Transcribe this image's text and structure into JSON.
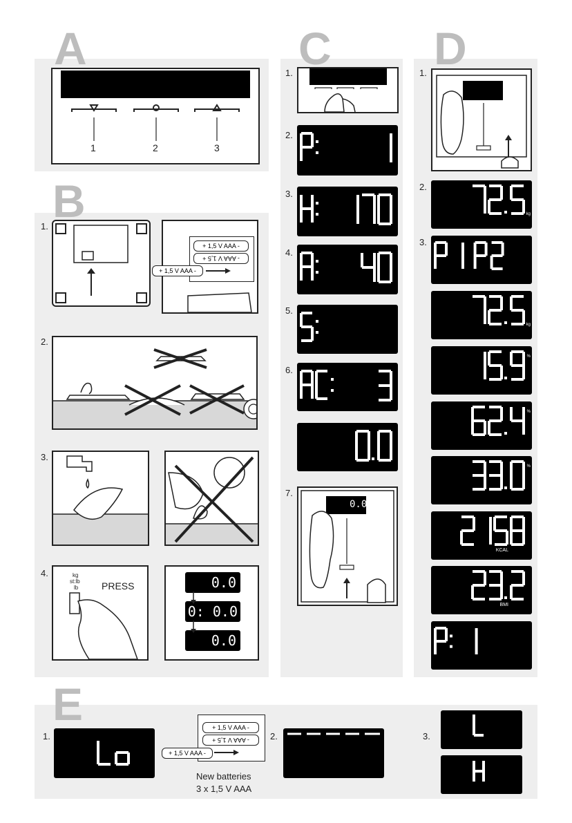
{
  "sections": {
    "a": "A",
    "b": "B",
    "c": "C",
    "d": "D",
    "e": "E"
  },
  "section_a": {
    "buttons": [
      {
        "num": "1"
      },
      {
        "num": "2"
      },
      {
        "num": "3"
      }
    ]
  },
  "section_b": {
    "steps": [
      "1.",
      "2.",
      "3.",
      "4."
    ],
    "battery_label": "+ 1,5 V AAA -",
    "battery_label_flipped": "- AAA V 1,5 +",
    "unit_labels": [
      "kg",
      "st:lb",
      "lb"
    ],
    "press_label": "PRESS",
    "readings": [
      "0.0",
      "0: 0.0",
      "0.0"
    ]
  },
  "section_c": {
    "steps": [
      "1.",
      "2.",
      "3.",
      "4.",
      "5.",
      "6.",
      "",
      "7."
    ],
    "displays": [
      {
        "left": "P:",
        "right": "1"
      },
      {
        "left": "H:",
        "right": "170"
      },
      {
        "left": "A:",
        "right": "40"
      },
      {
        "left": "S:",
        "right": ""
      },
      {
        "left": "AC:",
        "right": "3"
      },
      {
        "left": "",
        "right": "0.0"
      }
    ],
    "scale_reading": "0.0"
  },
  "section_d": {
    "steps": [
      "1.",
      "2.",
      "3."
    ],
    "displays": [
      {
        "value": "72.5",
        "unit": "kg"
      },
      {
        "value": "P1 P2",
        "unit": ""
      },
      {
        "value": "72.5",
        "unit": "kg"
      },
      {
        "value": "15.9",
        "unit": "%"
      },
      {
        "value": "62.4",
        "unit": "%"
      },
      {
        "value": "33.0",
        "unit": "%"
      },
      {
        "value": "2158",
        "unit": "KCAL"
      },
      {
        "value": "23.2",
        "unit": "BMI"
      },
      {
        "value": "P: 1",
        "unit": ""
      }
    ]
  },
  "section_e": {
    "steps": [
      "1.",
      "2.",
      "3."
    ],
    "lo_display": "Lo",
    "battery_label": "+ 1,5 V AAA -",
    "battery_label_flipped": "- AAA V 1,5 +",
    "new_batteries_line1": "New batteries",
    "new_batteries_line2": "3 x 1,5 V AAA",
    "l_display": "L",
    "h_display": "H"
  },
  "colors": {
    "panel": "#eeeeee",
    "letters": "#bdbdbd",
    "lcd": "#000000"
  }
}
